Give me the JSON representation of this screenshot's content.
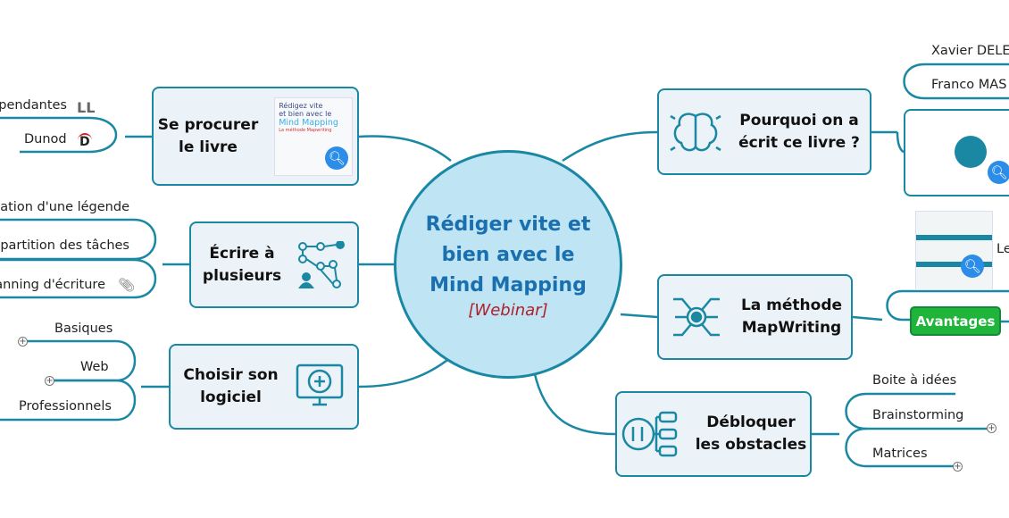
{
  "center": {
    "title": "Rédiger vite et\nbien avec le\nMind Mapping",
    "subtitle": "[Webinar]"
  },
  "nodes": {
    "procurer": "Se procurer\nle livre",
    "ecrire": "Écrire à\nplusieurs",
    "choisir": "Choisir son\nlogiciel",
    "pourquoi": "Pourquoi on a\nécrit ce livre ?",
    "methode": "La méthode\nMapWriting",
    "debloquer": "Débloquer\nles obstacles"
  },
  "leaves": {
    "procurer": [
      "ependantes",
      "Dunod"
    ],
    "ecrire": [
      "éation d'une légende",
      "épartition des tâches",
      "anning d'écriture"
    ],
    "choisir": [
      "Basiques",
      "Web",
      "Professionnels"
    ],
    "pourquoi": [
      "Xavier DELEN",
      "Franco MAS"
    ],
    "methode": [
      "Le",
      "Avantages"
    ],
    "debloquer": [
      "Boite à idées",
      "Brainstorming",
      "Matrices"
    ]
  },
  "book": {
    "line1": "Rédigez vite",
    "line2": "et bien avec le",
    "line3": "Mind Mapping",
    "line4": "La méthode Mapwriting"
  },
  "colors": {
    "line": "#1a88a3",
    "node_bg": "#ebf2f8",
    "center_bg": "#bfe4f4",
    "title": "#1a6fae",
    "webinar": "#b0202a",
    "green": "#1fb53a"
  }
}
